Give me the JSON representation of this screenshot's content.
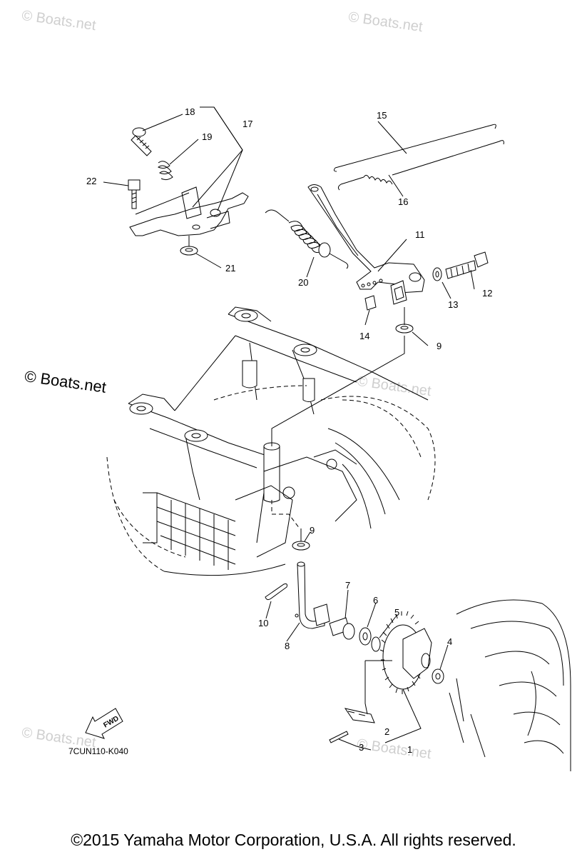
{
  "watermarks": [
    "© Boats.net",
    "© Boats.net",
    "© Boats.net",
    "© Boats.net",
    "© Boats.net",
    "© Boats.net"
  ],
  "callouts": {
    "p1": "1",
    "p2": "2",
    "p3": "3",
    "p4": "4",
    "p5": "5",
    "p6": "6",
    "p7": "7",
    "p8": "8",
    "p9a": "9",
    "p9b": "9",
    "p10": "10",
    "p11": "11",
    "p12": "12",
    "p13": "13",
    "p14": "14",
    "p15": "15",
    "p16": "16",
    "p17": "17",
    "p18": "18",
    "p19": "19",
    "p20": "20",
    "p21": "21",
    "p22": "22"
  },
  "fwd_label": "FWD",
  "diagram_code": "7CUN110-K040",
  "copyright": "©2015 Yamaha Motor Corporation, U.S.A. All rights reserved."
}
